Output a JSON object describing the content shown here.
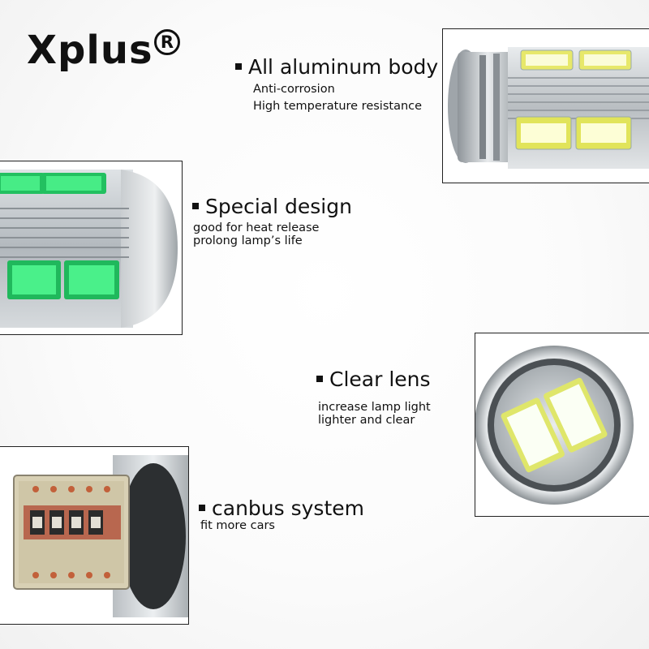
{
  "brand": {
    "name": "Xplus",
    "registered": "R"
  },
  "features": [
    {
      "title": "All aluminum body",
      "lines": [
        "Anti-corrosion",
        "High temperature resistance"
      ]
    },
    {
      "title": "Special design",
      "lines": [
        "good for heat release",
        "prolong lamp’s life"
      ]
    },
    {
      "title": "Clear lens",
      "lines": [
        "increase lamp light",
        "lighter and clear"
      ]
    },
    {
      "title": "canbus system",
      "lines": [
        "fit more cars"
      ]
    }
  ],
  "colors": {
    "led_green": "#35e87a",
    "led_white": "#f2fff0",
    "aluminum": "#c4c8cb",
    "text": "#111111"
  }
}
